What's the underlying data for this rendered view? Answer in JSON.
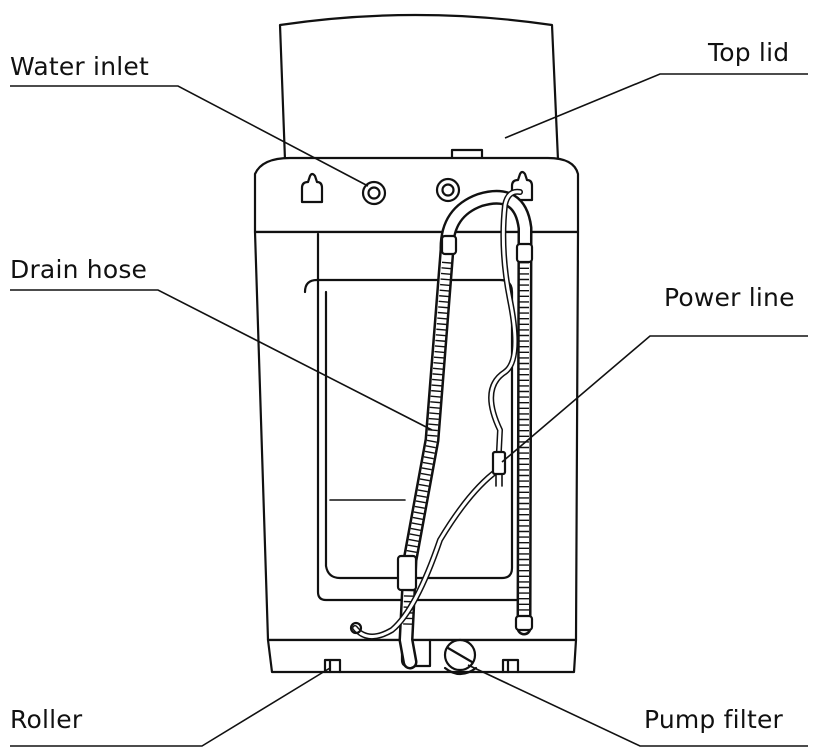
{
  "labels": {
    "water_inlet": "Water inlet",
    "top_lid": "Top lid",
    "drain_hose": "Drain hose",
    "power_line": "Power line",
    "roller": "Roller",
    "pump_filter": "Pump filter"
  }
}
